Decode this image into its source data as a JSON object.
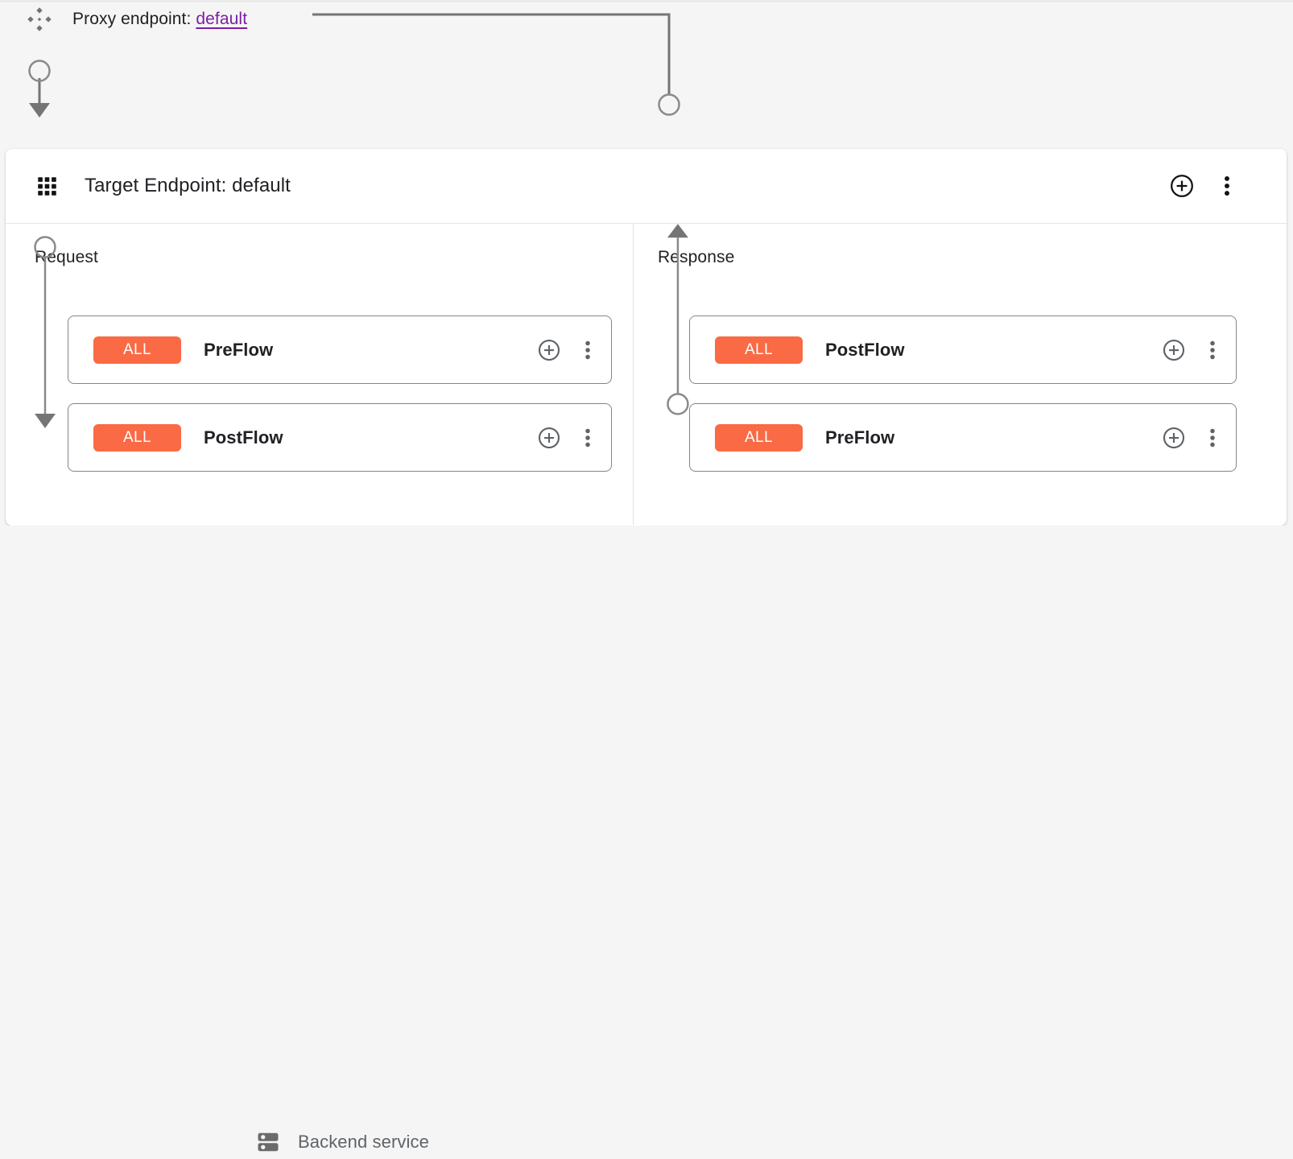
{
  "theme": {
    "canvas_bg": "#f5f5f5",
    "panel_bg": "#ffffff",
    "wire_color": "#757575",
    "badge_orange": "#f96a45",
    "link_purple": "#7b1fa2",
    "text_primary": "#202124",
    "text_secondary": "#5f6368",
    "card_border": "#80868b"
  },
  "proxy": {
    "icon": "proxy-endpoint-icon",
    "label_prefix": "Proxy endpoint:",
    "link_text": "default"
  },
  "endpoint_panel": {
    "icon": "apps-grid-icon",
    "title": "Target Endpoint: default",
    "actions": [
      {
        "name": "add-policy-button",
        "icon": "plus-circle-icon"
      },
      {
        "name": "more-options-button",
        "icon": "more-vert-icon"
      }
    ],
    "columns": [
      {
        "key": "request",
        "title": "Request",
        "direction": "down",
        "flows": [
          {
            "badge": "ALL",
            "name": "PreFlow",
            "actions": [
              {
                "name": "add-policy-button",
                "icon": "plus-circle-icon"
              },
              {
                "name": "more-options-button",
                "icon": "more-vert-icon"
              }
            ]
          },
          {
            "badge": "ALL",
            "name": "PostFlow",
            "actions": [
              {
                "name": "add-policy-button",
                "icon": "plus-circle-icon"
              },
              {
                "name": "more-options-button",
                "icon": "more-vert-icon"
              }
            ]
          }
        ]
      },
      {
        "key": "response",
        "title": "Response",
        "direction": "up",
        "flows": [
          {
            "badge": "ALL",
            "name": "PostFlow",
            "actions": [
              {
                "name": "add-policy-button",
                "icon": "plus-circle-icon"
              },
              {
                "name": "more-options-button",
                "icon": "more-vert-icon"
              }
            ]
          },
          {
            "badge": "ALL",
            "name": "PreFlow",
            "actions": [
              {
                "name": "add-policy-button",
                "icon": "plus-circle-icon"
              },
              {
                "name": "more-options-button",
                "icon": "more-vert-icon"
              }
            ]
          }
        ]
      }
    ]
  },
  "backend": {
    "icon": "server-storage-icon",
    "label": "Backend service"
  }
}
